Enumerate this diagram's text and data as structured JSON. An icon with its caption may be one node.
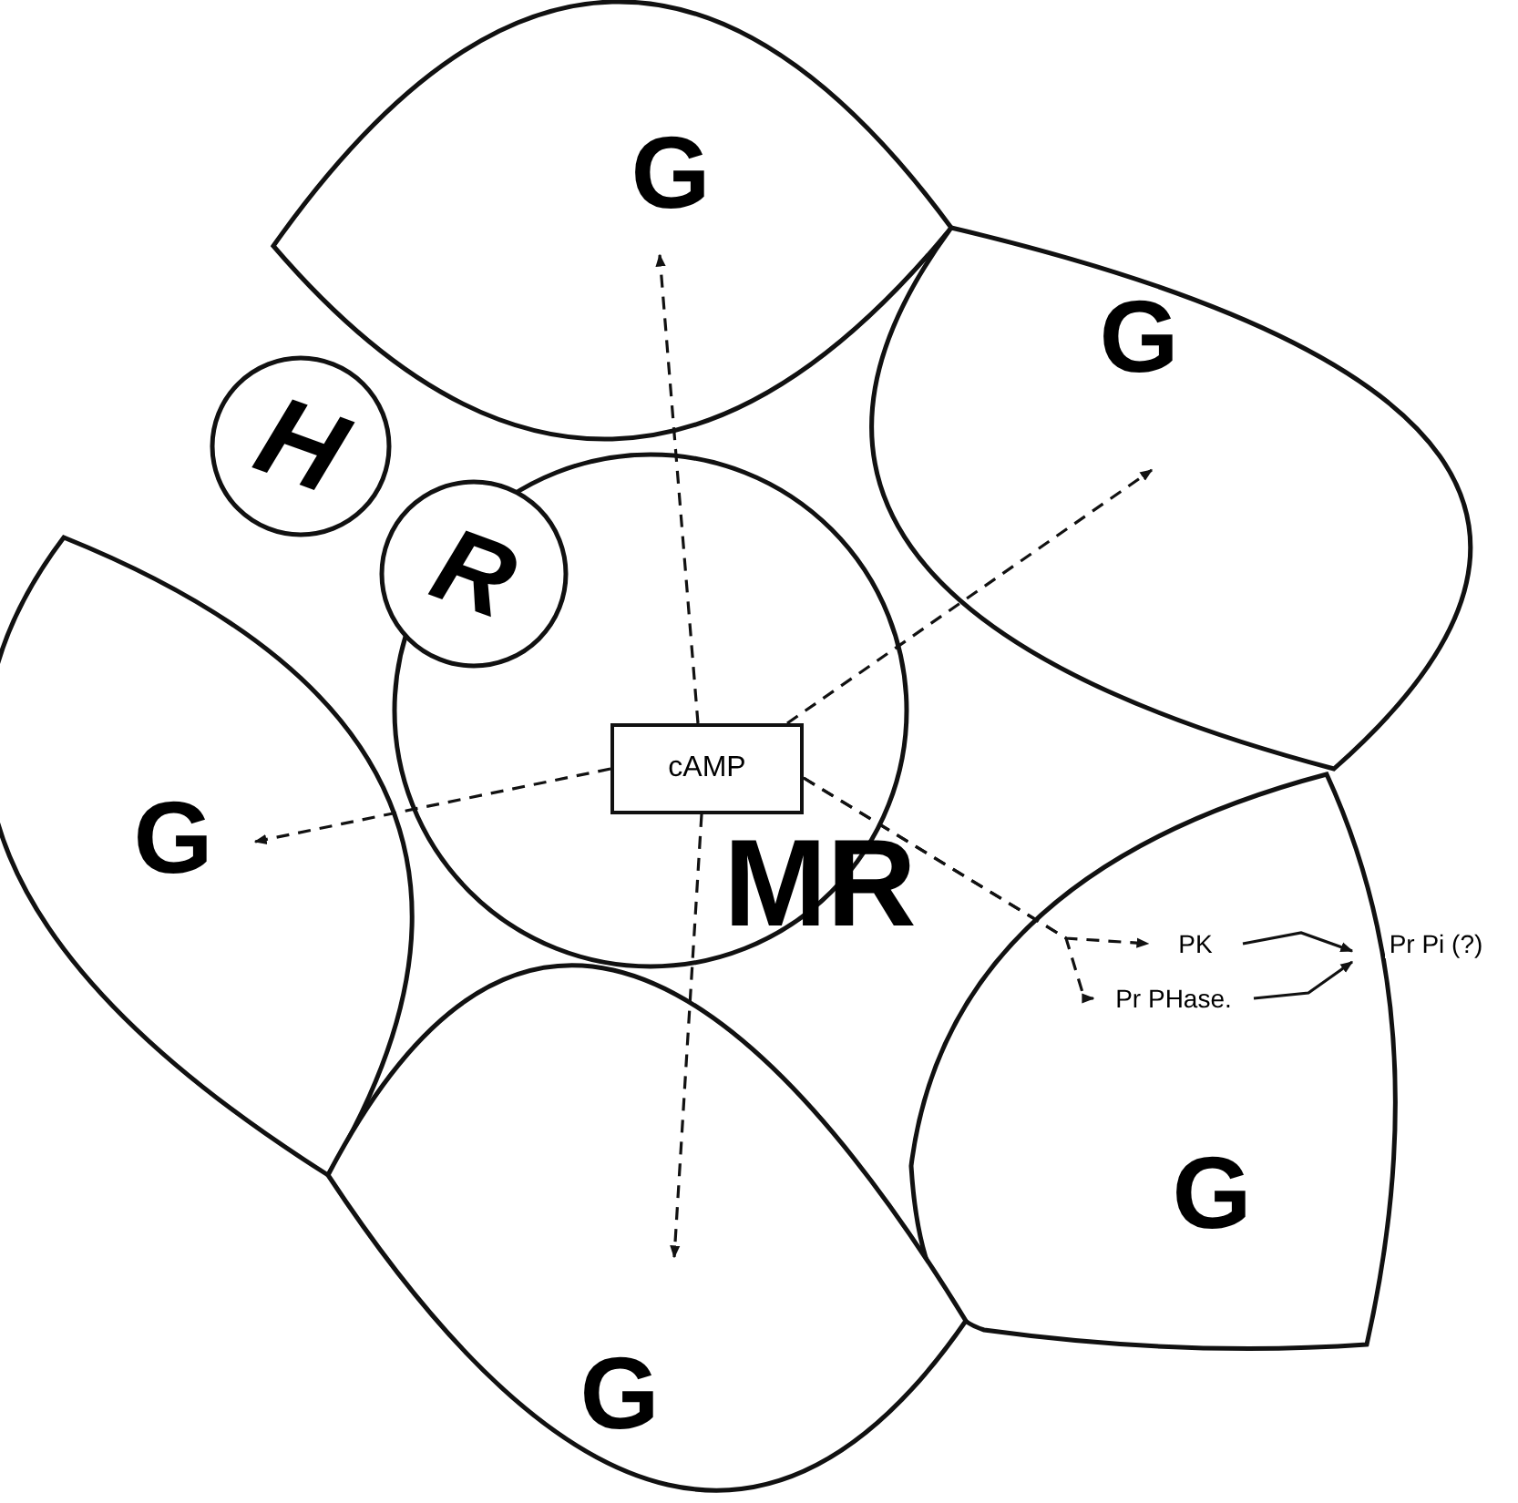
{
  "diagram": {
    "nodes": [
      {
        "text": [
          "G"
        ]
      },
      {
        "text": [
          "H"
        ]
      },
      {
        "text": [
          "R"
        ]
      },
      {
        "text": [
          "G"
        ]
      },
      {
        "text": [
          "MR"
        ]
      },
      {
        "text": [
          "cAMP"
        ],
        "in": 4
      },
      {
        "text": [
          "G"
        ]
      },
      {
        "text": [
          "G"
        ]
      },
      {
        "text": [
          "PK"
        ],
        "in": 7
      },
      {
        "text": [
          "Pr PHase."
        ],
        "in": 7
      },
      {
        "text": [
          "Pr Pi (?)"
        ]
      },
      {
        "text": [
          "G"
        ]
      }
    ],
    "edges": [
      {
        "from": 5,
        "to": 0,
        "arrow": "to",
        "style": "dashed"
      },
      {
        "from": 5,
        "to": 3,
        "arrow": "to",
        "style": "dashed"
      },
      {
        "from": 5,
        "to": 6,
        "arrow": "to",
        "style": "dashed"
      },
      {
        "from": 5,
        "to": 11,
        "arrow": "to",
        "style": "dashed"
      },
      {
        "from": 5,
        "to": 8,
        "arrow": "to",
        "style": "dashed"
      },
      {
        "from": 5,
        "to": 9,
        "arrow": "to",
        "style": "dashed"
      },
      {
        "from": 8,
        "to": 10,
        "arrow": "to"
      },
      {
        "from": 9,
        "to": 10,
        "arrow": "to"
      }
    ]
  }
}
